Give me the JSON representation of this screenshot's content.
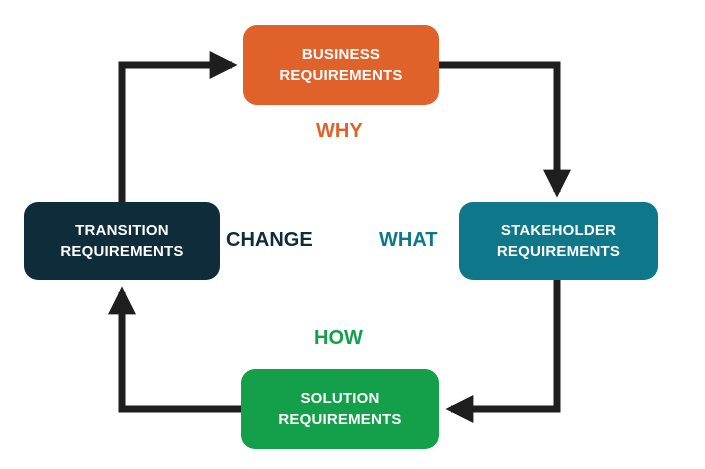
{
  "colors": {
    "business": "#E0622A",
    "stakeholder": "#0E7789",
    "solution": "#14A04A",
    "transition": "#0E2C3A",
    "arrow": "#1E1E1E"
  },
  "boxes": {
    "business": {
      "line1": "BUSINESS",
      "line2": "REQUIREMENTS"
    },
    "stakeholder": {
      "line1": "STAKEHOLDER",
      "line2": "REQUIREMENTS"
    },
    "solution": {
      "line1": "SOLUTION",
      "line2": "REQUIREMENTS"
    },
    "transition": {
      "line1": "TRANSITION",
      "line2": "REQUIREMENTS"
    }
  },
  "labels": {
    "why": "WHY",
    "what": "WHAT",
    "how": "HOW",
    "change": "CHANGE"
  }
}
